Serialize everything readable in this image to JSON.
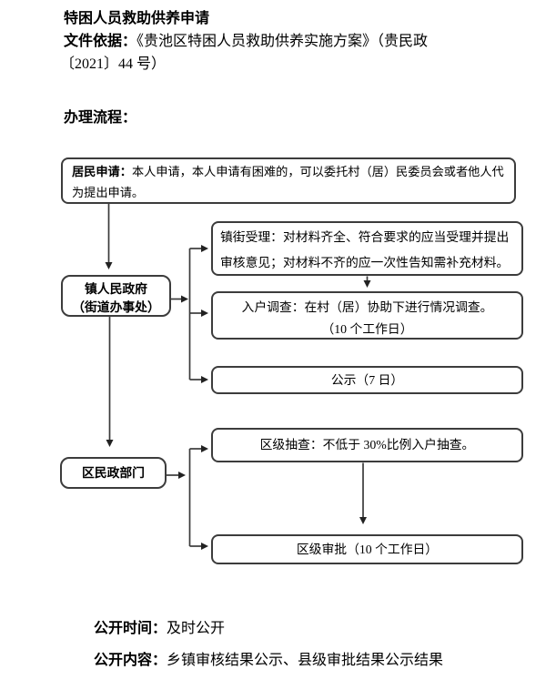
{
  "doc": {
    "title": "特困人员救助供养申请",
    "basis_label": "文件依据：",
    "basis_text": "《贵池区特困人员救助供养实施方案》（贵民政",
    "basis_text2": "〔2021〕44 号）",
    "process_label": "办理流程："
  },
  "flow": {
    "resident": {
      "label": "居民申请：",
      "text": "本人申请，本人申请有困难的，可以委托村（居）民委员会或者他人代为提出申请。"
    },
    "town_gov": {
      "line1": "镇人民政府",
      "line2": "（街道办事处）"
    },
    "acceptance": {
      "text": "镇街受理：对材料齐全、符合要求的应当受理并提出审核意见；对材料不齐的应一次性告知需补充材料。"
    },
    "visit": {
      "line1": "入户调查：在村（居）协助下进行情况调查。",
      "line2": "（10 个工作日）"
    },
    "notice": {
      "text": "公示（7 日）"
    },
    "district": {
      "text": "区民政部门"
    },
    "spotcheck": {
      "text": "区级抽查：不低于 30%比例入户抽查。"
    },
    "approval": {
      "text": "区级审批（10 个工作日）"
    }
  },
  "footer": {
    "time_label": "公开时间：",
    "time_value": "及时公开",
    "content_label": "公开内容：",
    "content_value": "乡镇审核结果公示、县级审批结果公示结果"
  },
  "colors": {
    "background": "#ffffff",
    "text": "#000000",
    "box_border": "#3c3c3c",
    "connector": "#3a3a3a"
  }
}
